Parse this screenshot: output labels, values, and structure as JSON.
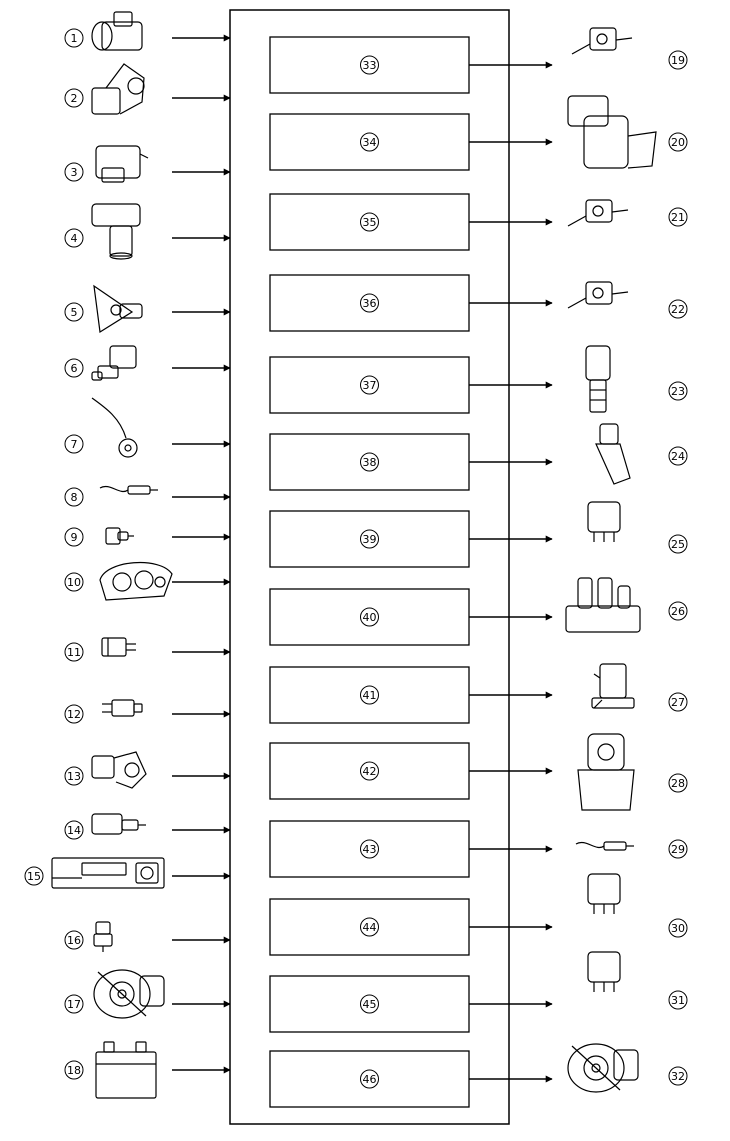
{
  "inputs": [
    {
      "label": "1",
      "icon": "mass-air-flow-sensor-icon"
    },
    {
      "label": "2",
      "icon": "throttle-position-sensor-icon"
    },
    {
      "label": "3",
      "icon": "manifold-pressure-sensor-icon"
    },
    {
      "label": "4",
      "icon": "camshaft-position-sensor-icon"
    },
    {
      "label": "5",
      "icon": "crankshaft-position-sensor-icon"
    },
    {
      "label": "6",
      "icon": "coolant-temperature-sensor-icon"
    },
    {
      "label": "7",
      "icon": "knock-sensor-icon"
    },
    {
      "label": "8",
      "icon": "oxygen-sensor-icon"
    },
    {
      "label": "9",
      "icon": "vehicle-speed-sensor-icon"
    },
    {
      "label": "10",
      "icon": "instrument-cluster-icon"
    },
    {
      "label": "11",
      "icon": "connector-icon"
    },
    {
      "label": "12",
      "icon": "pressure-switch-icon"
    },
    {
      "label": "13",
      "icon": "steering-pressure-switch-icon"
    },
    {
      "label": "14",
      "icon": "temperature-switch-icon"
    },
    {
      "label": "15",
      "icon": "climate-control-panel-icon"
    },
    {
      "label": "16",
      "icon": "refrigerant-pressure-switch-icon"
    },
    {
      "label": "17",
      "icon": "generator-icon"
    },
    {
      "label": "18",
      "icon": "battery-icon"
    }
  ],
  "blocks": [
    {
      "label": "33"
    },
    {
      "label": "34"
    },
    {
      "label": "35"
    },
    {
      "label": "36"
    },
    {
      "label": "37"
    },
    {
      "label": "38"
    },
    {
      "label": "39"
    },
    {
      "label": "40"
    },
    {
      "label": "41"
    },
    {
      "label": "42"
    },
    {
      "label": "43"
    },
    {
      "label": "44"
    },
    {
      "label": "45"
    },
    {
      "label": "46"
    }
  ],
  "outputs": [
    {
      "label": "19",
      "icon": "solenoid-valve-icon"
    },
    {
      "label": "20",
      "icon": "idle-air-control-valve-icon"
    },
    {
      "label": "21",
      "icon": "solenoid-valve-icon"
    },
    {
      "label": "22",
      "icon": "solenoid-valve-icon"
    },
    {
      "label": "23",
      "icon": "oil-control-valve-icon"
    },
    {
      "label": "24",
      "icon": "fuel-injector-icon"
    },
    {
      "label": "25",
      "icon": "relay-icon"
    },
    {
      "label": "26",
      "icon": "ignition-coil-icon"
    },
    {
      "label": "27",
      "icon": "solenoid-icon"
    },
    {
      "label": "28",
      "icon": "egr-valve-icon"
    },
    {
      "label": "29",
      "icon": "oxygen-sensor-icon"
    },
    {
      "label": "30",
      "icon": "relay-icon"
    },
    {
      "label": "31",
      "icon": "relay-icon"
    },
    {
      "label": "32",
      "icon": "generator-icon"
    }
  ]
}
